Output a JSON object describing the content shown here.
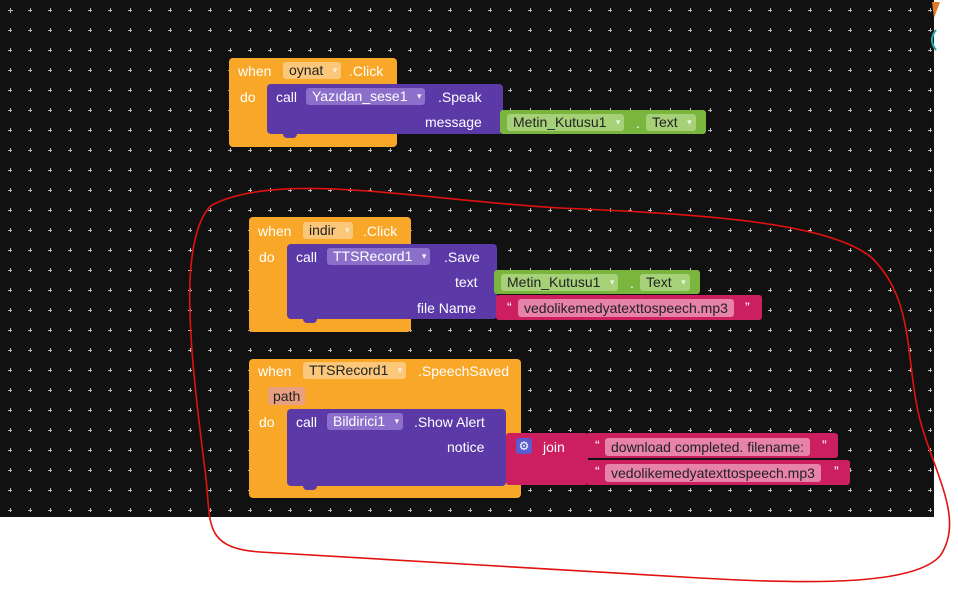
{
  "block1": {
    "when": "when",
    "component": "oynat",
    "event": ".Click",
    "do": "do",
    "call": "call",
    "call_component": "Yazıdan_sese1",
    "method": ".Speak",
    "arg_message": "message",
    "arg_component": "Metin_Kutusu1",
    "arg_property": "Text"
  },
  "block2": {
    "when": "when",
    "component": "indir",
    "event": ".Click",
    "do": "do",
    "call": "call",
    "call_component": "TTSRecord1",
    "method": ".Save",
    "arg_text": "text",
    "arg_component": "Metin_Kutusu1",
    "arg_property": "Text",
    "arg_filename": "file Name",
    "filename_value": "vedolikemedyatexttospeech.mp3"
  },
  "block3": {
    "when": "when",
    "component": "TTSRecord1",
    "event": ".SpeechSaved",
    "param": "path",
    "do": "do",
    "call": "call",
    "call_component": "Bildirici1",
    "method": ".Show Alert",
    "arg_notice": "notice",
    "join": "join",
    "string1": "download completed. filename:",
    "string2": "vedolikemedyatexttospeech.mp3"
  },
  "colors": {
    "event": "#f9a728",
    "call": "#5b3aa8",
    "component_getter": "#7ab63d",
    "text": "#cc1f5f",
    "annotation": "#e0120f"
  },
  "icons": {
    "dropdown": "▾",
    "quote_open": "“",
    "quote_close": "”",
    "gear": "⚙"
  }
}
